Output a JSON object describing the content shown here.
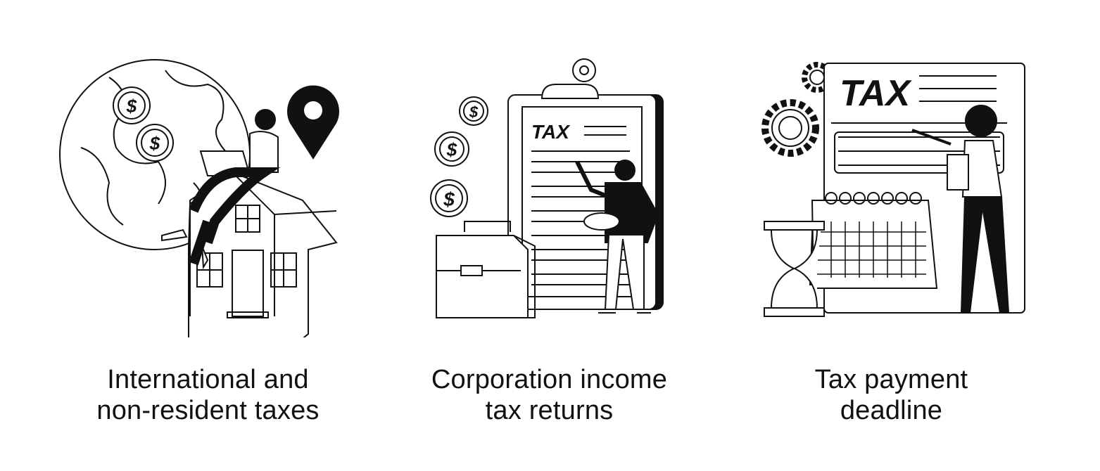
{
  "panels": [
    {
      "title_line1": "International and",
      "title_line2": "non-resident taxes",
      "icons": [
        "globe-icon",
        "dollar-coin-icon",
        "location-pin-icon",
        "house-icon",
        "person-with-laptop-icon"
      ]
    },
    {
      "title_line1": "Corporation income",
      "title_line2": "tax returns",
      "doc_label": "TAX",
      "icons": [
        "clipboard-icon",
        "dollar-coin-icon",
        "briefcase-icon",
        "businessman-icon"
      ]
    },
    {
      "title_line1": "Tax payment",
      "title_line2": "deadline",
      "doc_label": "TAX",
      "icons": [
        "gear-icon",
        "calendar-icon",
        "hourglass-icon",
        "tax-document-icon",
        "woman-icon"
      ]
    }
  ]
}
